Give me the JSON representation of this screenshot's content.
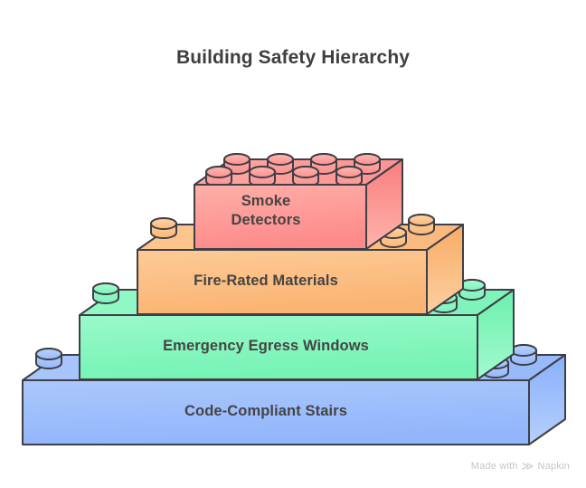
{
  "page": {
    "background": "#ffffff",
    "title": "Building Safety Hierarchy",
    "title_color": "#3f3f3f"
  },
  "watermark": {
    "prefix": "Made with",
    "logo_icon": "napkin-logo-icon",
    "logo_glyph": "≫",
    "brand": "Napkin",
    "color": "#c3c6cc"
  },
  "diagram": {
    "type": "stacked-lego-pyramid",
    "stroke_color": "#3f3f46",
    "stroke_width": 2,
    "label_color": "#444444",
    "levels": [
      {
        "index": 0,
        "label": "Smoke Detectors",
        "label_lines": [
          "Smoke",
          "Detectors"
        ],
        "color": "#FF9191",
        "color_light": "#FFA9A2",
        "color_dark": "#F97C7C",
        "top_color": "#FFA7A0",
        "side_color": "#F87878",
        "studs": 8
      },
      {
        "index": 1,
        "label": "Fire-Rated Materials",
        "label_lines": [
          "Fire-Rated Materials"
        ],
        "color": "#FCBE80",
        "color_light": "#FDCE9C",
        "color_dark": "#F9AE68",
        "top_color": "#FDC88F",
        "side_color": "#F9AE68",
        "studs": 8
      },
      {
        "index": 2,
        "label": "Emergency Egress Windows",
        "label_lines": [
          "Emergency Egress Windows"
        ],
        "color": "#84F7BE",
        "color_light": "#A0FACE",
        "color_dark": "#68EFAE",
        "top_color": "#92F9C6",
        "side_color": "#6DF0B0",
        "studs": 8
      },
      {
        "index": 3,
        "label": "Code-Compliant Stairs",
        "label_lines": [
          "Code-Compliant Stairs"
        ],
        "color": "#9DBEFC",
        "color_light": "#B4CEFD",
        "color_dark": "#86AEFA",
        "top_color": "#A8C6FC",
        "side_color": "#8BB1FA",
        "studs": 8
      }
    ]
  }
}
